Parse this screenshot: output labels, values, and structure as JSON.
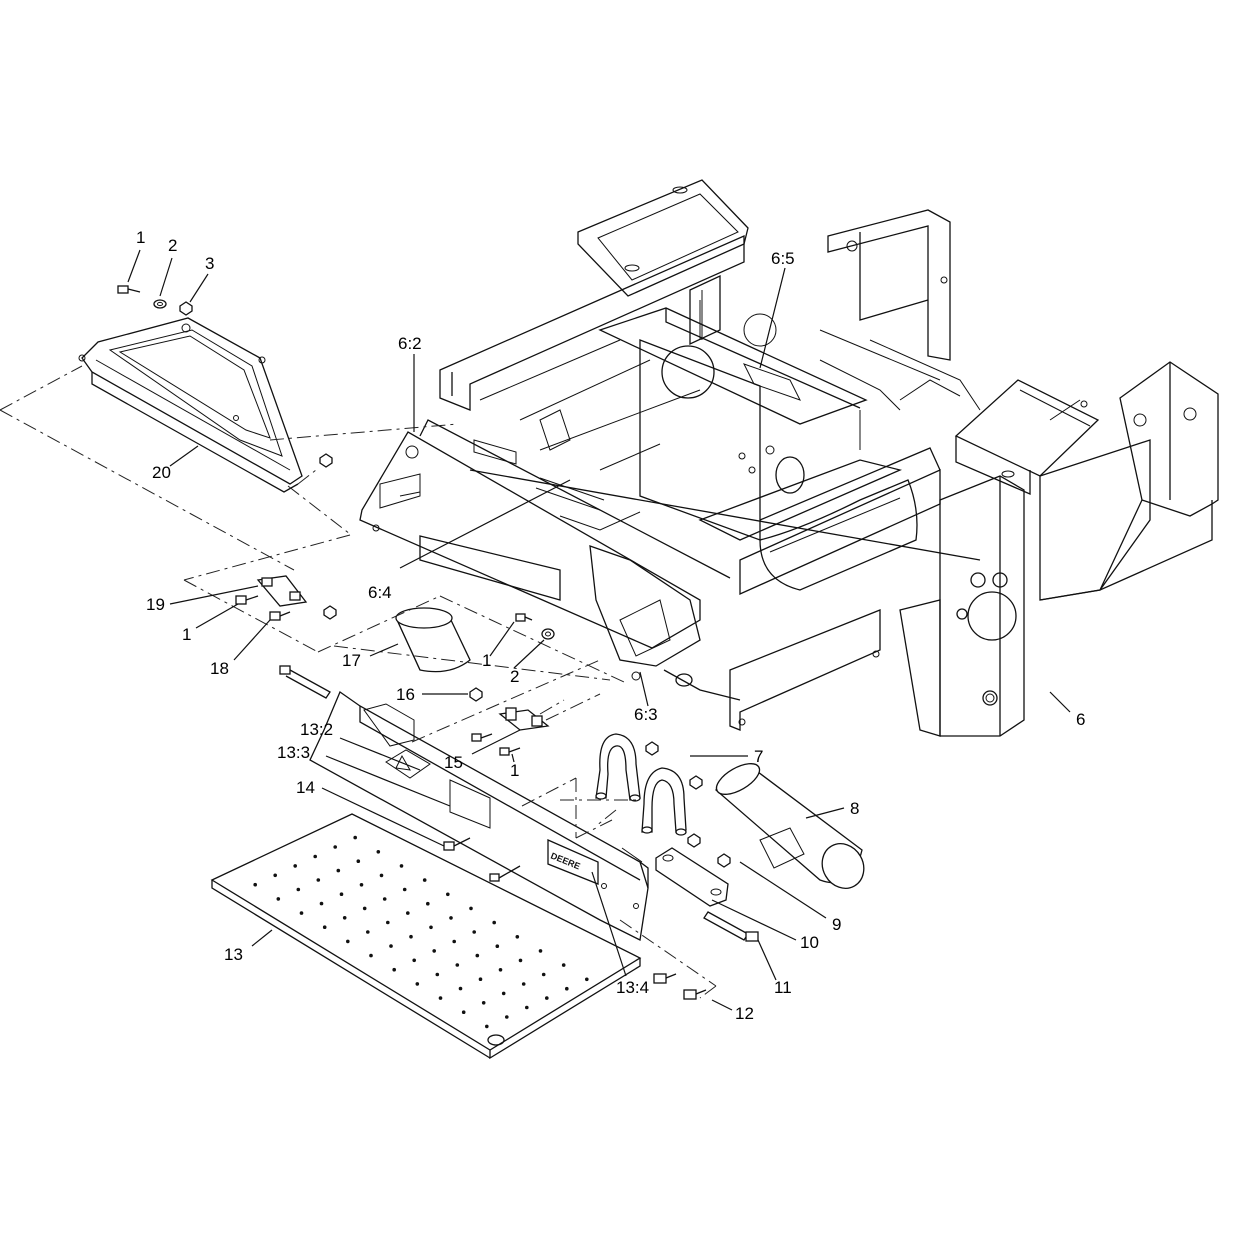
{
  "callouts": {
    "c1a": "1",
    "c2a": "2",
    "c3": "3",
    "c20": "20",
    "c6_2": "6:2",
    "c6_5": "6:5",
    "c6_4": "6:4",
    "c6_3": "6:3",
    "c6": "6",
    "c19": "19",
    "c1b": "1",
    "c18": "18",
    "c17": "17",
    "c1c": "1",
    "c2b": "2",
    "c16": "16",
    "c15": "15",
    "c1d": "1",
    "c13_2": "13:2",
    "c13_3": "13:3",
    "c14": "14",
    "c13": "13",
    "c13_4": "13:4",
    "c7": "7",
    "c8": "8",
    "c9": "9",
    "c10": "10",
    "c11": "11",
    "c12": "12"
  },
  "plate_brand": "DEERE"
}
